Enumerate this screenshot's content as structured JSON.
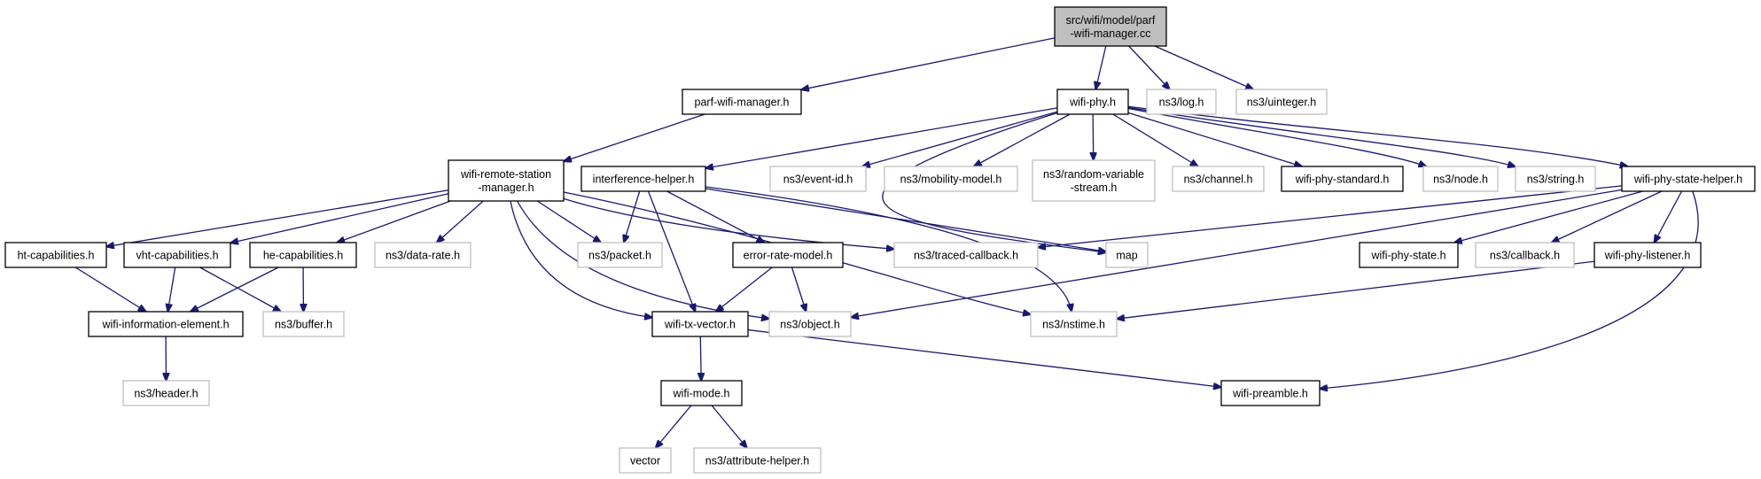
{
  "colors": {
    "edge": "#191970",
    "root_fill": "#bfbfbf",
    "documented_border": "#000000",
    "external_border": "#bfbfbf"
  },
  "nodes": [
    {
      "id": "root",
      "lines": [
        "src/wifi/model/parf",
        "-wifi-manager.cc"
      ],
      "kind": "main",
      "interactable": false
    },
    {
      "id": "parf-wifi-manager-h",
      "lines": [
        "parf-wifi-manager.h"
      ],
      "kind": "doc",
      "interactable": true
    },
    {
      "id": "wifi-phy-h",
      "lines": [
        "wifi-phy.h"
      ],
      "kind": "doc",
      "interactable": true
    },
    {
      "id": "ns3-log-h",
      "lines": [
        "ns3/log.h"
      ],
      "kind": "ext",
      "interactable": false
    },
    {
      "id": "ns3-uinteger-h",
      "lines": [
        "ns3/uinteger.h"
      ],
      "kind": "ext",
      "interactable": false
    },
    {
      "id": "wifi-remote-station-manager-h",
      "lines": [
        "wifi-remote-station",
        "-manager.h"
      ],
      "kind": "doc",
      "interactable": true
    },
    {
      "id": "interference-helper-h",
      "lines": [
        "interference-helper.h"
      ],
      "kind": "doc",
      "interactable": true
    },
    {
      "id": "ns3-event-id-h",
      "lines": [
        "ns3/event-id.h"
      ],
      "kind": "ext",
      "interactable": false
    },
    {
      "id": "ns3-mobility-model-h",
      "lines": [
        "ns3/mobility-model.h"
      ],
      "kind": "ext",
      "interactable": false
    },
    {
      "id": "ns3-random-variable-stream-h",
      "lines": [
        "ns3/random-variable",
        "-stream.h"
      ],
      "kind": "ext",
      "interactable": false
    },
    {
      "id": "ns3-channel-h",
      "lines": [
        "ns3/channel.h"
      ],
      "kind": "ext",
      "interactable": false
    },
    {
      "id": "wifi-phy-standard-h",
      "lines": [
        "wifi-phy-standard.h"
      ],
      "kind": "doc",
      "interactable": true
    },
    {
      "id": "ns3-node-h",
      "lines": [
        "ns3/node.h"
      ],
      "kind": "ext",
      "interactable": false
    },
    {
      "id": "ns3-string-h",
      "lines": [
        "ns3/string.h"
      ],
      "kind": "ext",
      "interactable": false
    },
    {
      "id": "wifi-phy-state-helper-h",
      "lines": [
        "wifi-phy-state-helper.h"
      ],
      "kind": "doc",
      "interactable": true
    },
    {
      "id": "ht-capabilities-h",
      "lines": [
        "ht-capabilities.h"
      ],
      "kind": "doc",
      "interactable": true
    },
    {
      "id": "vht-capabilities-h",
      "lines": [
        "vht-capabilities.h"
      ],
      "kind": "doc",
      "interactable": true
    },
    {
      "id": "he-capabilities-h",
      "lines": [
        "he-capabilities.h"
      ],
      "kind": "doc",
      "interactable": true
    },
    {
      "id": "ns3-data-rate-h",
      "lines": [
        "ns3/data-rate.h"
      ],
      "kind": "ext",
      "interactable": false
    },
    {
      "id": "ns3-packet-h",
      "lines": [
        "ns3/packet.h"
      ],
      "kind": "ext",
      "interactable": false
    },
    {
      "id": "error-rate-model-h",
      "lines": [
        "error-rate-model.h"
      ],
      "kind": "doc",
      "interactable": true
    },
    {
      "id": "ns3-traced-callback-h",
      "lines": [
        "ns3/traced-callback.h"
      ],
      "kind": "ext",
      "interactable": false
    },
    {
      "id": "map",
      "lines": [
        "map"
      ],
      "kind": "ext",
      "interactable": false
    },
    {
      "id": "wifi-phy-state-h",
      "lines": [
        "wifi-phy-state.h"
      ],
      "kind": "doc",
      "interactable": true
    },
    {
      "id": "ns3-callback-h",
      "lines": [
        "ns3/callback.h"
      ],
      "kind": "ext",
      "interactable": false
    },
    {
      "id": "wifi-phy-listener-h",
      "lines": [
        "wifi-phy-listener.h"
      ],
      "kind": "doc",
      "interactable": true
    },
    {
      "id": "wifi-information-element-h",
      "lines": [
        "wifi-information-element.h"
      ],
      "kind": "doc",
      "interactable": true
    },
    {
      "id": "ns3-buffer-h",
      "lines": [
        "ns3/buffer.h"
      ],
      "kind": "ext",
      "interactable": false
    },
    {
      "id": "wifi-tx-vector-h",
      "lines": [
        "wifi-tx-vector.h"
      ],
      "kind": "doc",
      "interactable": true
    },
    {
      "id": "ns3-object-h",
      "lines": [
        "ns3/object.h"
      ],
      "kind": "ext",
      "interactable": false
    },
    {
      "id": "ns3-nstime-h",
      "lines": [
        "ns3/nstime.h"
      ],
      "kind": "ext",
      "interactable": false
    },
    {
      "id": "ns3-header-h",
      "lines": [
        "ns3/header.h"
      ],
      "kind": "ext",
      "interactable": false
    },
    {
      "id": "wifi-mode-h",
      "lines": [
        "wifi-mode.h"
      ],
      "kind": "doc",
      "interactable": true
    },
    {
      "id": "wifi-preamble-h",
      "lines": [
        "wifi-preamble.h"
      ],
      "kind": "doc",
      "interactable": true
    },
    {
      "id": "vector",
      "lines": [
        "vector"
      ],
      "kind": "ext",
      "interactable": false
    },
    {
      "id": "ns3-attribute-helper-h",
      "lines": [
        "ns3/attribute-helper.h"
      ],
      "kind": "ext",
      "interactable": false
    }
  ],
  "edges": [
    [
      "root",
      "parf-wifi-manager-h"
    ],
    [
      "root",
      "wifi-phy-h"
    ],
    [
      "root",
      "ns3-log-h"
    ],
    [
      "root",
      "ns3-uinteger-h"
    ],
    [
      "parf-wifi-manager-h",
      "wifi-remote-station-manager-h"
    ],
    [
      "wifi-phy-h",
      "interference-helper-h"
    ],
    [
      "wifi-phy-h",
      "ns3-event-id-h"
    ],
    [
      "wifi-phy-h",
      "ns3-mobility-model-h"
    ],
    [
      "wifi-phy-h",
      "ns3-random-variable-stream-h"
    ],
    [
      "wifi-phy-h",
      "ns3-channel-h"
    ],
    [
      "wifi-phy-h",
      "wifi-phy-standard-h"
    ],
    [
      "wifi-phy-h",
      "ns3-node-h"
    ],
    [
      "wifi-phy-h",
      "ns3-string-h"
    ],
    [
      "wifi-phy-h",
      "wifi-phy-state-helper-h"
    ],
    [
      "wifi-phy-h",
      "map"
    ],
    [
      "wifi-remote-station-manager-h",
      "ht-capabilities-h"
    ],
    [
      "wifi-remote-station-manager-h",
      "vht-capabilities-h"
    ],
    [
      "wifi-remote-station-manager-h",
      "he-capabilities-h"
    ],
    [
      "wifi-remote-station-manager-h",
      "ns3-data-rate-h"
    ],
    [
      "wifi-remote-station-manager-h",
      "ns3-packet-h"
    ],
    [
      "wifi-remote-station-manager-h",
      "wifi-tx-vector-h"
    ],
    [
      "wifi-remote-station-manager-h",
      "ns3-object-h"
    ],
    [
      "wifi-remote-station-manager-h",
      "ns3-traced-callback-h"
    ],
    [
      "wifi-remote-station-manager-h",
      "ns3-nstime-h"
    ],
    [
      "interference-helper-h",
      "ns3-packet-h"
    ],
    [
      "interference-helper-h",
      "error-rate-model-h"
    ],
    [
      "interference-helper-h",
      "wifi-tx-vector-h"
    ],
    [
      "interference-helper-h",
      "map"
    ],
    [
      "interference-helper-h",
      "ns3-nstime-h"
    ],
    [
      "wifi-phy-state-helper-h",
      "ns3-traced-callback-h"
    ],
    [
      "wifi-phy-state-helper-h",
      "wifi-phy-state-h"
    ],
    [
      "wifi-phy-state-helper-h",
      "ns3-callback-h"
    ],
    [
      "wifi-phy-state-helper-h",
      "wifi-phy-listener-h"
    ],
    [
      "wifi-phy-state-helper-h",
      "ns3-object-h"
    ],
    [
      "wifi-phy-state-helper-h",
      "wifi-preamble-h"
    ],
    [
      "wifi-phy-listener-h",
      "ns3-nstime-h"
    ],
    [
      "ht-capabilities-h",
      "wifi-information-element-h"
    ],
    [
      "vht-capabilities-h",
      "wifi-information-element-h"
    ],
    [
      "vht-capabilities-h",
      "ns3-buffer-h"
    ],
    [
      "he-capabilities-h",
      "wifi-information-element-h"
    ],
    [
      "he-capabilities-h",
      "ns3-buffer-h"
    ],
    [
      "wifi-information-element-h",
      "ns3-header-h"
    ],
    [
      "error-rate-model-h",
      "wifi-tx-vector-h"
    ],
    [
      "error-rate-model-h",
      "ns3-object-h"
    ],
    [
      "wifi-tx-vector-h",
      "wifi-mode-h"
    ],
    [
      "wifi-tx-vector-h",
      "wifi-preamble-h"
    ],
    [
      "wifi-mode-h",
      "vector"
    ],
    [
      "wifi-mode-h",
      "ns3-attribute-helper-h"
    ]
  ]
}
